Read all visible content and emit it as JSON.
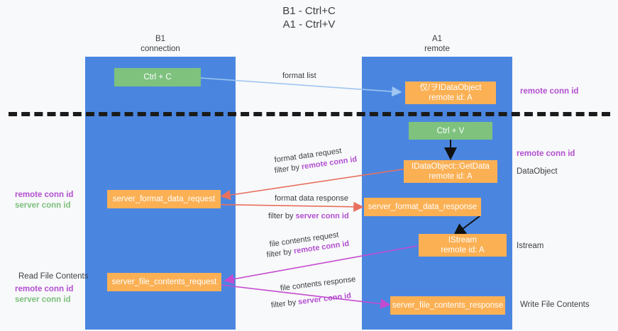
{
  "title": "B1 - Ctrl+C\nA1 - Ctrl+V",
  "lanes": [
    {
      "name": "b1",
      "header": "B1\nconnection"
    },
    {
      "name": "a1",
      "header": "A1\nremote"
    }
  ],
  "boxes": {
    "ctrl_c": "Ctrl + C",
    "idataobject": "仅/ヲIDataObject\nremote id: A",
    "ctrl_v": "Ctrl + V",
    "getdata": "IDataObject::GetData\nremote id: A",
    "server_format_data_request": "server_format_data_request",
    "server_format_data_response": "server_format_data_response",
    "istream": "IStream\nremote id: A",
    "server_file_contents_request": "server_file_contents_request",
    "server_file_contents_response": "server_file_contents_response"
  },
  "edges": {
    "format_list": "format list",
    "format_data_request": "format data request",
    "format_data_request_filter_pre": "filter by ",
    "format_data_request_filter_key": "remote conn id",
    "format_data_response": "format data response",
    "format_data_response_filter_pre": "filter by ",
    "format_data_response_filter_key": "server conn id",
    "file_contents_request": "file contents request",
    "file_contents_request_filter_pre": "filter by ",
    "file_contents_request_filter_key": "remote conn id",
    "file_contents_response": "file contents response",
    "file_contents_response_filter_pre": "filter by ",
    "file_contents_response_filter_key": "server conn id"
  },
  "notes": {
    "right_remote_conn_id_top": "remote conn id",
    "right_remote_conn_id_mid": "remote conn id",
    "right_dataobject": "DataObject",
    "right_istream": "Istream",
    "right_write_file_contents": "Write File Contents",
    "left_remote_conn_id": "remote conn id",
    "left_server_conn_id": "server conn id",
    "left_read_file_contents": "Read File Contents",
    "left_bottom_remote_conn_id": "remote conn id",
    "left_bottom_server_conn_id": "server conn id"
  },
  "colors": {
    "lane": "#4a86e0",
    "green_box": "#7ec27e",
    "orange_box": "#fbb054",
    "divider": "#1b1b1b",
    "arrow_format_list": "#9fc6f0",
    "arrow_format_data": "#e8705f",
    "arrow_file_contents": "#c council",
    "highlight_remote": "#b24fd0",
    "highlight_server": "#7cbf7c",
    "background": "#f8f9fa"
  }
}
